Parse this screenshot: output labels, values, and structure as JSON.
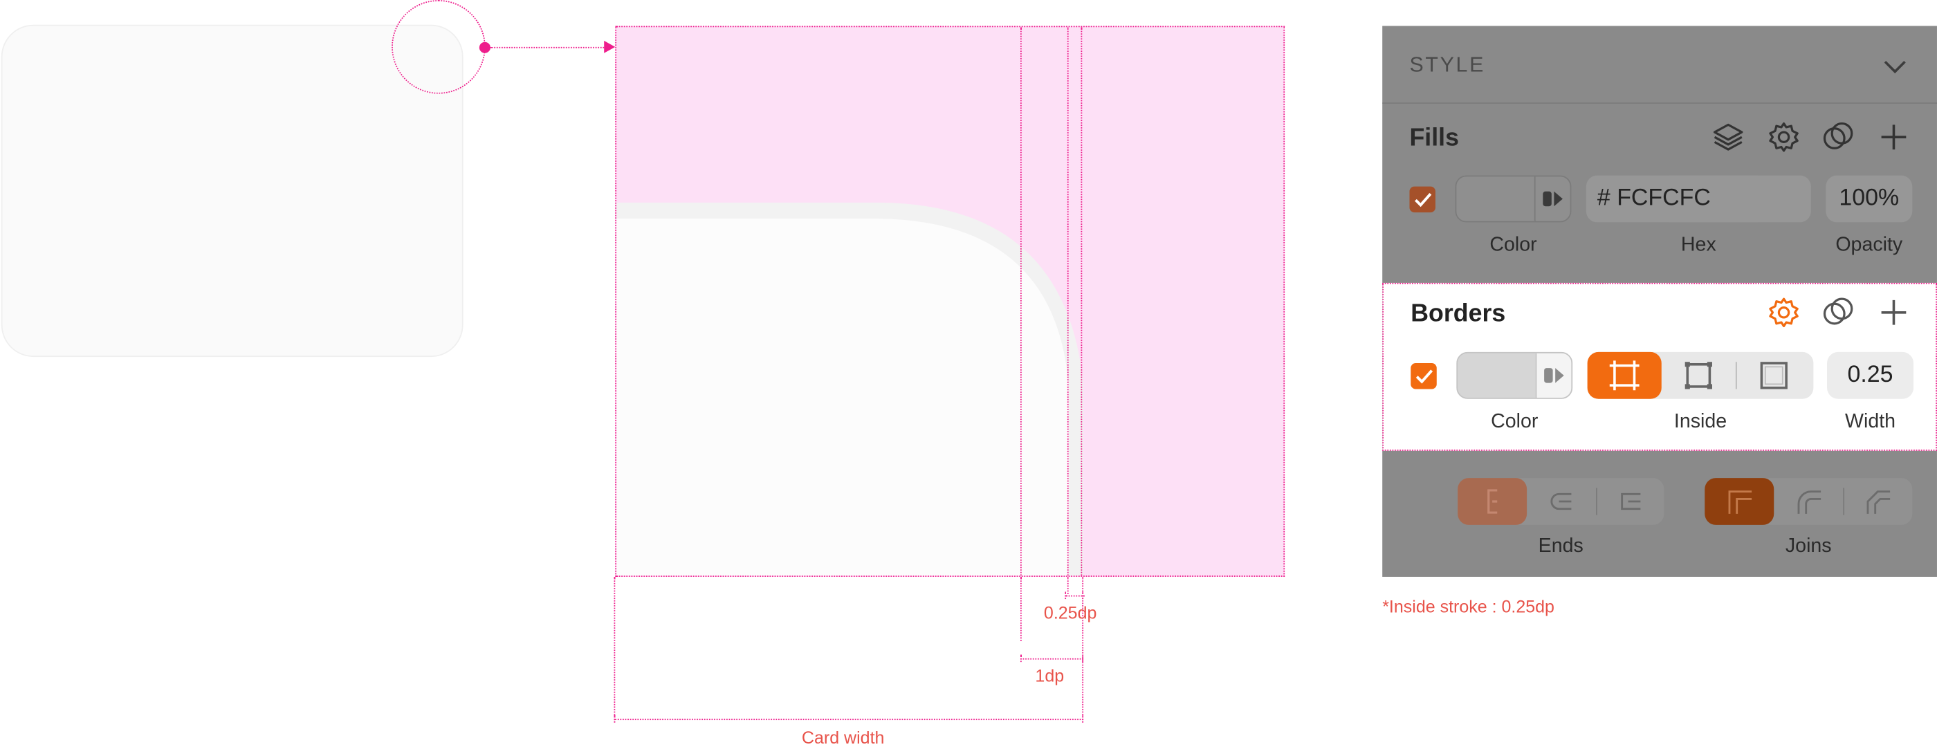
{
  "zoom": {
    "measure_stroke": "0.25dp",
    "measure_1dp": "1dp",
    "measure_card_width": "Card width"
  },
  "panel": {
    "header": "STYLE",
    "fills": {
      "title": "Fills",
      "enabled": true,
      "hex_value": "# FCFCFC",
      "opacity_value": "100%",
      "labels": {
        "color": "Color",
        "hex": "Hex",
        "opacity": "Opacity"
      }
    },
    "borders": {
      "title": "Borders",
      "enabled": true,
      "position_selected": "center",
      "width_value": "0.25",
      "labels": {
        "color": "Color",
        "position": "Inside",
        "width": "Width"
      }
    },
    "ends_label": "Ends",
    "joins_label": "Joins"
  },
  "note": "*Inside stroke : 0.25dp",
  "colors": {
    "accent": "#f26b10",
    "guide": "#ee1e8c",
    "measure_text": "#e8534a",
    "card_fill": "#FCFCFC"
  }
}
